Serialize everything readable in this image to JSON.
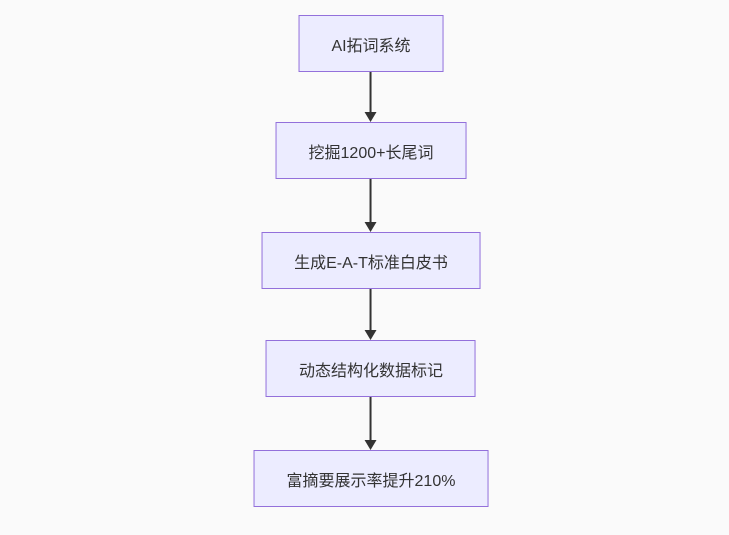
{
  "diagram": {
    "type": "flowchart-vertical",
    "nodes": [
      {
        "id": "A",
        "label": "AI拓词系统"
      },
      {
        "id": "B",
        "label": "挖掘1200+长尾词"
      },
      {
        "id": "C",
        "label": "生成E-A-T标准白皮书"
      },
      {
        "id": "D",
        "label": "动态结构化数据标记"
      },
      {
        "id": "E",
        "label": "富摘要展示率提升210%"
      }
    ],
    "edges": [
      {
        "from": "A",
        "to": "B",
        "style": "arrow-down"
      },
      {
        "from": "B",
        "to": "C",
        "style": "arrow-down"
      },
      {
        "from": "C",
        "to": "D",
        "style": "arrow-down"
      },
      {
        "from": "D",
        "to": "E",
        "style": "arrow-down"
      }
    ],
    "colors": {
      "node_fill": "#ECECFF",
      "node_border": "#9370DB",
      "arrow": "#333333",
      "text": "#333333",
      "background": "#fafafa"
    }
  }
}
